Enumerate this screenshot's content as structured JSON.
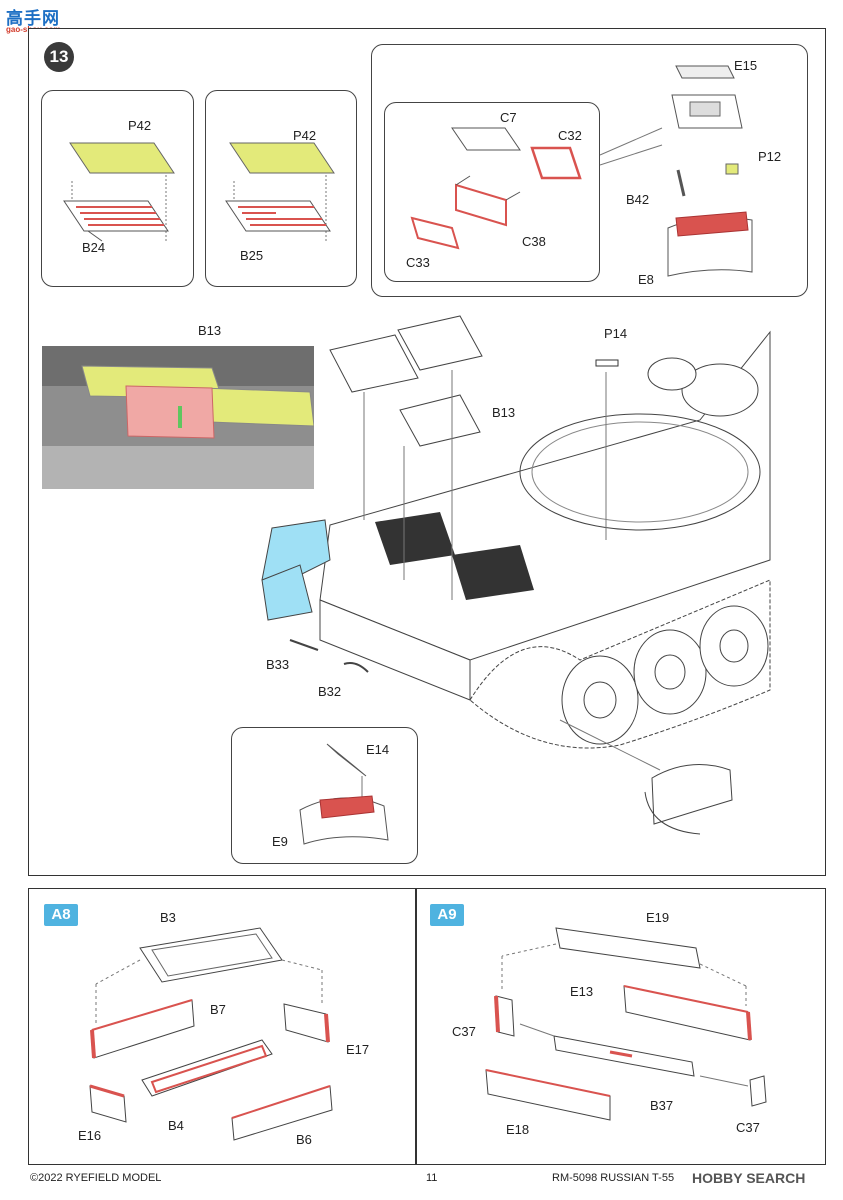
{
  "watermark_top": {
    "text": "高手网",
    "url_text": "gao-shou.com"
  },
  "step": {
    "number": "13"
  },
  "labels": {
    "p42a": "P42",
    "b24": "B24",
    "p42b": "P42",
    "b25": "B25",
    "e15": "E15",
    "c7": "C7",
    "c32": "C32",
    "p12": "P12",
    "b42": "B42",
    "c38": "C38",
    "c33": "C33",
    "e8": "E8",
    "b13_photo": "B13",
    "p14": "P14",
    "b13_main": "B13",
    "b33": "B33",
    "b32": "B32",
    "e14": "E14",
    "e9": "E9"
  },
  "panel_a8": {
    "badge": "A8",
    "labels": {
      "b3": "B3",
      "b7": "B7",
      "e17": "E17",
      "e16": "E16",
      "b4": "B4",
      "b6": "B6"
    }
  },
  "panel_a9": {
    "badge": "A9",
    "labels": {
      "e19": "E19",
      "e13": "E13",
      "c37a": "C37",
      "b37": "B37",
      "e18": "E18",
      "c37b": "C37"
    }
  },
  "footer": {
    "copyright": "©2022 RYEFIELD MODEL",
    "page": "11",
    "product": "RM-5098 RUSSIAN T-55",
    "watermark": "HOBBY SEARCH"
  },
  "colors": {
    "part_red": "#d9534f",
    "mesh_yellow": "#e3ea7a",
    "highlight_blue": "#9fe0f5",
    "photo_grey": "#9a9a9a"
  }
}
